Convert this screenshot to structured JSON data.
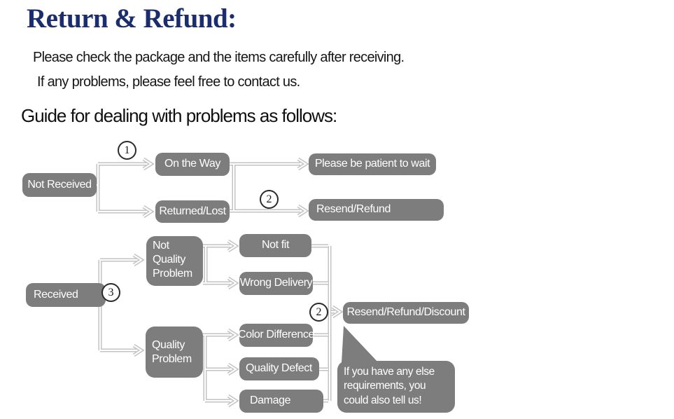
{
  "header": {
    "title": "Return & Refund:",
    "intro_line1": "Please check the package and the items carefully after receiving.",
    "intro_line2": "If any problems, please feel free to contact us.",
    "guide_heading": "Guide for dealing with problems as follows:"
  },
  "colors": {
    "title-color": "#1b2d6f",
    "box-bg": "#7d7d7d",
    "box-text": "#ffffff",
    "line": "#c3c3c3",
    "circle": "#2a2a2a"
  },
  "flowchart": {
    "nodes": {
      "not_received": "Not Received",
      "on_the_way": "On the Way",
      "returned_lost": "Returned/Lost",
      "please_wait": "Please be patient to wait",
      "resend_refund": "Resend/Refund",
      "received": "Received",
      "not_quality_problem": "Not Quality Problem",
      "quality_problem": "Quality Problem",
      "not_fit": "Not fit",
      "wrong_delivery": "Wrong Delivery",
      "color_difference": "Color Difference",
      "quality_defect": "Quality Defect",
      "damage": "Damage",
      "resend_refund_discount": "Resend/Refund/Discount"
    },
    "step_markers": {
      "step1": "1",
      "step2": "2",
      "step3": "3"
    },
    "note_bubble": "If you have any else requirements, you could also tell us!"
  }
}
